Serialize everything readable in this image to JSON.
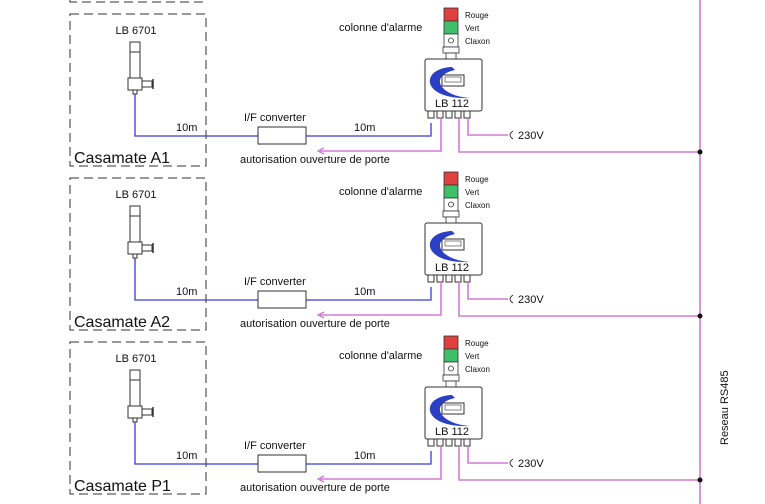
{
  "network": {
    "label": "Reseau RS485",
    "color": "#d27ad6"
  },
  "colors": {
    "signal_cable": "#3a3ad8",
    "bus": "#d27ad6",
    "red_lamp": "#e0413f",
    "green_lamp": "#3fbf6a",
    "logo": "#2b3fc4"
  },
  "blocks": [
    {
      "casemate": "Casamate A1",
      "sensor": "LB 6701",
      "distance_sensor": "10m",
      "converter": "I/F converter",
      "distance_converter": "10m",
      "controller": "LB 112",
      "alarm_column": "colonne d'alarme",
      "lamps": [
        "Rouge",
        "Vert",
        "Claxon"
      ],
      "power": "230V",
      "door_output": "autorisation ouverture de porte"
    },
    {
      "casemate": "Casamate A2",
      "sensor": "LB 6701",
      "distance_sensor": "10m",
      "converter": "I/F converter",
      "distance_converter": "10m",
      "controller": "LB 112",
      "alarm_column": "colonne d'alarme",
      "lamps": [
        "Rouge",
        "Vert",
        "Claxon"
      ],
      "power": "230V",
      "door_output": "autorisation ouverture de porte"
    },
    {
      "casemate": "Casamate P1",
      "sensor": "LB 6701",
      "distance_sensor": "10m",
      "converter": "I/F converter",
      "distance_converter": "10m",
      "controller": "LB 112",
      "alarm_column": "colonne d'alarme",
      "lamps": [
        "Rouge",
        "Vert",
        "Claxon"
      ],
      "power": "230V",
      "door_output": "autorisation ouverture de porte"
    }
  ]
}
